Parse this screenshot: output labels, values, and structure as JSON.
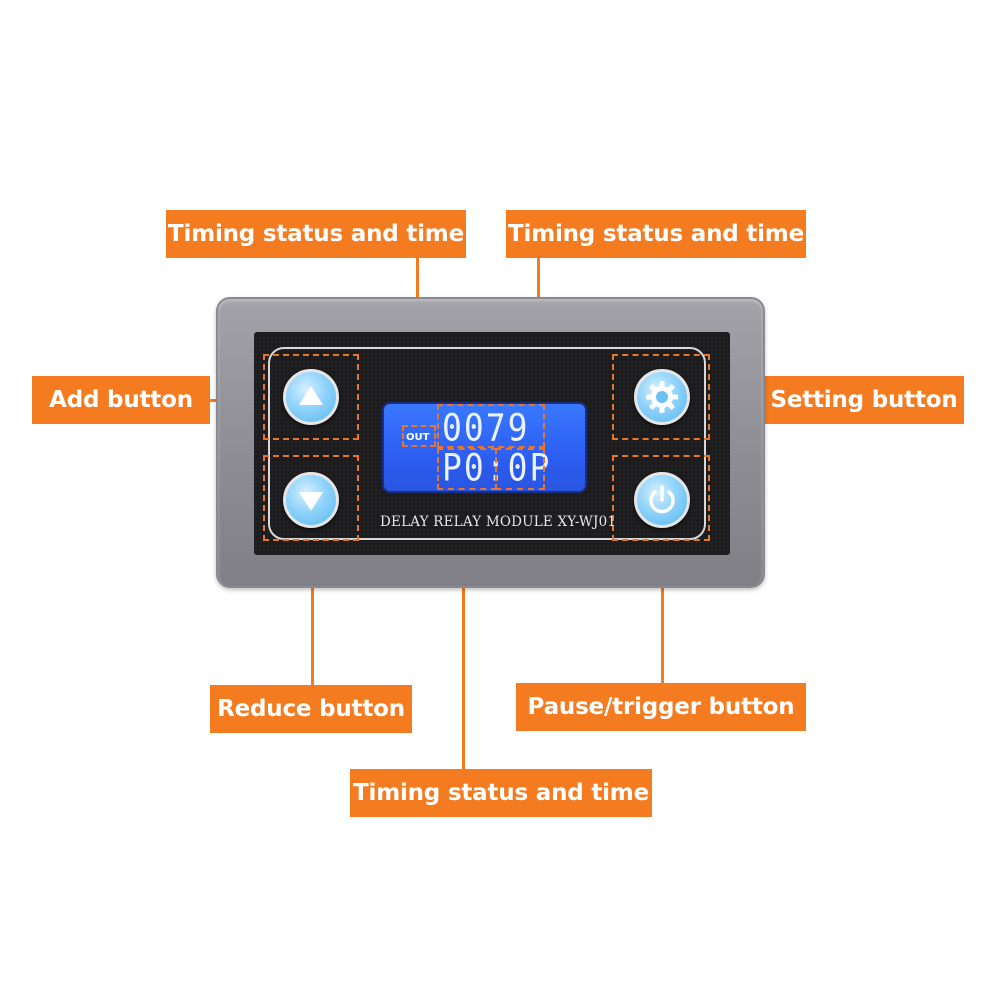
{
  "callouts": {
    "timing_left": "Timing status and time",
    "timing_right": "Timing status and time",
    "timing_bottom": "Timing status and time",
    "add": "Add button",
    "setting": "Setting button",
    "reduce": "Reduce button",
    "pause": "Pause/trigger button"
  },
  "device": {
    "model_text": "DELAY RELAY MODULE XY-WJ01",
    "display": {
      "out_label": "OUT",
      "top_digits": "0079",
      "bottom_digits": "P0:0P"
    }
  },
  "icons": {
    "add": "triangle-up-icon",
    "reduce": "triangle-down-icon",
    "setting": "gear-icon",
    "pause": "power-icon"
  },
  "colors": {
    "callout_bg": "#f47b20",
    "callout_text": "#ffffff",
    "lcd_bg": "#2c5ef2",
    "button_blue": "#56b6ee"
  }
}
